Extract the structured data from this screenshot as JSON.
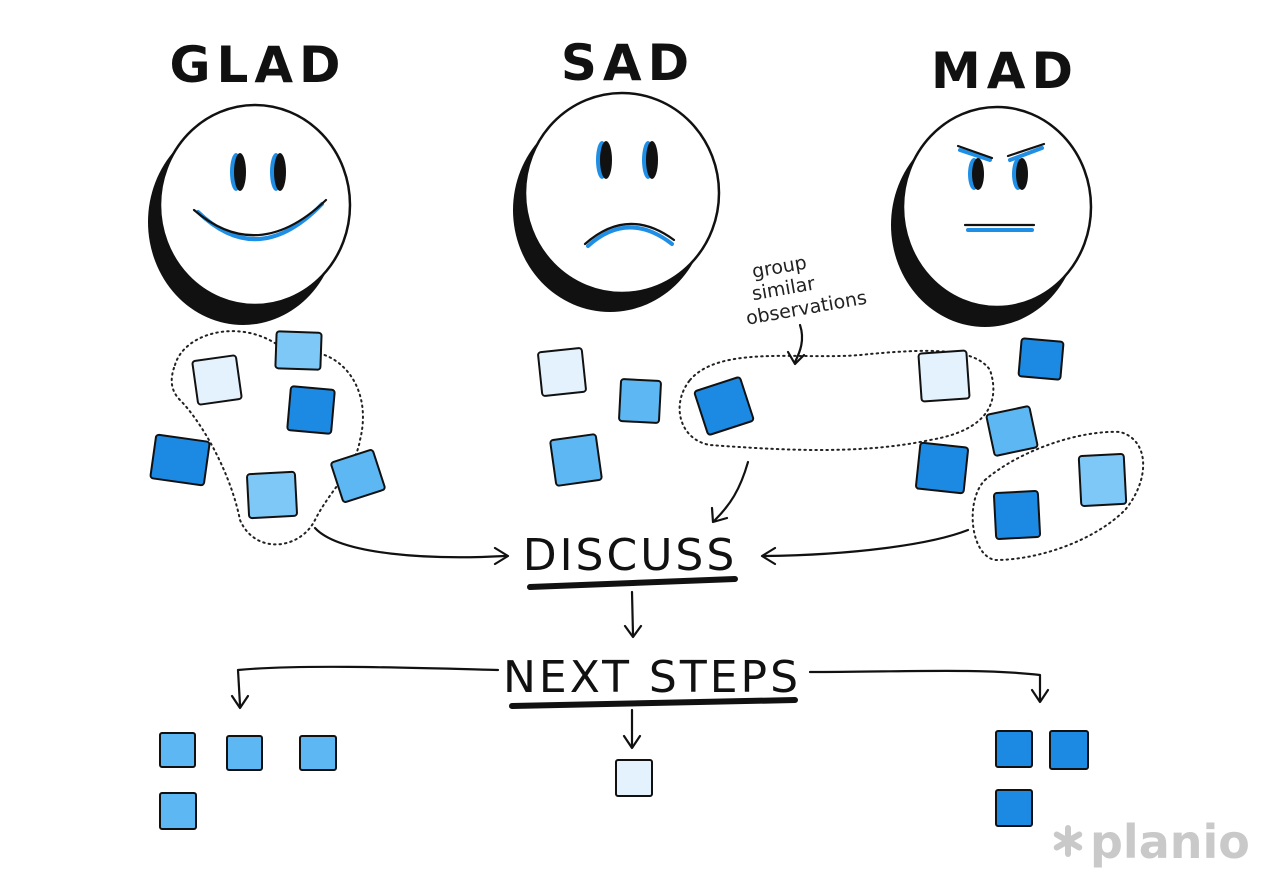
{
  "columns": [
    {
      "heading": "GLAD",
      "mood": "glad"
    },
    {
      "heading": "SAD",
      "mood": "sad"
    },
    {
      "heading": "MAD",
      "mood": "mad"
    }
  ],
  "annotation": {
    "lines": [
      "group",
      "similar",
      "observations"
    ]
  },
  "steps": {
    "discuss": "DISCUSS",
    "next_steps": "NEXT STEPS"
  },
  "brand": {
    "name": "planio"
  },
  "colors": {
    "ink": "#111111",
    "accent_blue": "#1f8fe6",
    "sticky_light": "#e3f2fd",
    "sticky_mid": "#7ec8f7",
    "sticky_dark": "#1c8ae3",
    "brand_gray": "#c9c9c9"
  }
}
